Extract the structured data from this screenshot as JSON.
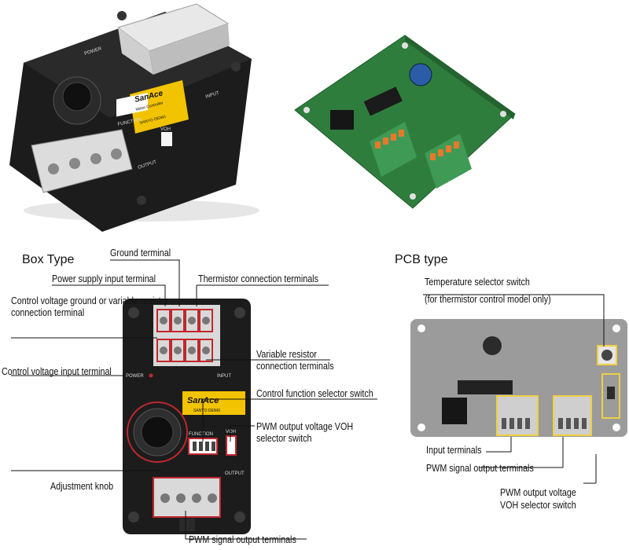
{
  "box_unit_photo": {
    "power_label": "POWER",
    "input_label": "INPUT",
    "output_label": "OUTPUT",
    "function_label": "FUNCTION",
    "voh_label": "VOH",
    "brand": "SanAce",
    "brand_sub": "Motor Controller",
    "maker": "SANYO DENKI"
  },
  "box_type": {
    "heading": "Box Type",
    "panel": {
      "power_label": "POWER",
      "input_label": "INPUT",
      "output_label": "OUTPUT",
      "function_label": "FUNCTION",
      "voh_label": "VOH",
      "brand": "SanAce",
      "maker": "SANYO DENKI"
    },
    "labels": {
      "ground_terminal": "Ground terminal",
      "power_supply_input": "Power supply input terminal",
      "thermistor_connection": "Thermistor connection terminals",
      "control_voltage_ground": "Control voltage ground or variable resistor connection terminal",
      "variable_resistor": "Variable resistor connection terminals",
      "control_voltage_input": "Control voltage input terminal",
      "control_function_selector": "Control function selector switch",
      "pwm_voh_selector": "PWM output voltage VOH selector switch",
      "adjustment_knob": "Adjustment knob",
      "pwm_signal_output": "PWM signal output terminals"
    }
  },
  "pcb_type": {
    "heading": "PCB type",
    "labels": {
      "temp_selector_line1": "Temperature selector switch",
      "temp_selector_line2": "(for thermistor control model only)",
      "input_terminals": "Input terminals",
      "pwm_signal_output": "PWM signal output terminals",
      "pwm_voh_line1": "PWM output voltage",
      "pwm_voh_line2": "VOH selector switch"
    }
  },
  "colors": {
    "box_body": "#1c1c1c",
    "terminal_block": "#d9d9d9",
    "label_yellow": "#f2c300",
    "pcb_green": "#2f7d3c",
    "connector_green": "#3f9a56",
    "connector_orange": "#e7792b",
    "pcb_gray": "#9b9b9b",
    "highlight_red": "#c0282d",
    "highlight_yellow": "#f0d040"
  }
}
